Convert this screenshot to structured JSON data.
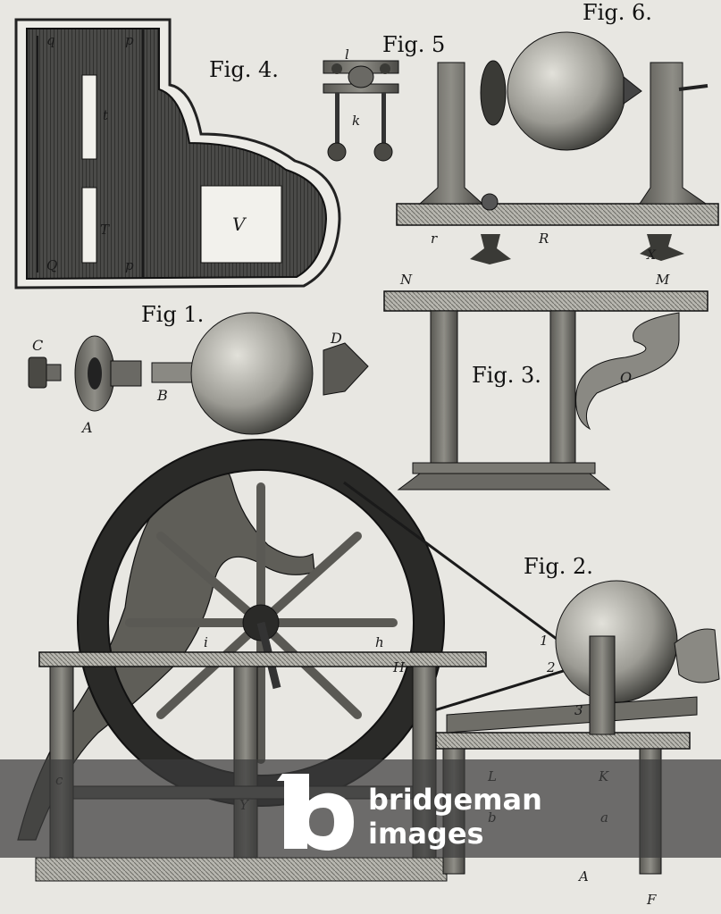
{
  "figure_titles": {
    "fig1": "Fig 1.",
    "fig2": "Fig. 2.",
    "fig3": "Fig. 3.",
    "fig4": "Fig. 4.",
    "fig5": "Fig. 5",
    "fig6": "Fig. 6."
  },
  "labels": {
    "fig4": {
      "q": "q",
      "p_top": "p",
      "t_small": "t",
      "T": "T",
      "Q": "Q",
      "p_bottom": "p",
      "V": "V"
    },
    "fig5": {
      "l": "l",
      "k": "k"
    },
    "fig6": {
      "r": "r",
      "R": "R",
      "X": "X"
    },
    "fig3": {
      "N": "N",
      "M": "M",
      "O": "O"
    },
    "fig1": {
      "C": "C",
      "A": "A",
      "B": "B",
      "D": "D"
    },
    "fig2": {
      "i": "i",
      "h": "h",
      "H": "H",
      "L": "L",
      "K": "K",
      "n1": "1",
      "n2": "2",
      "n3": "3",
      "Y": "Y",
      "b": "b",
      "a": "a",
      "A": "A",
      "F": "F",
      "c": "c"
    }
  },
  "watermark": {
    "line1": "bridgeman",
    "line2": "images"
  },
  "colors": {
    "paper": "#e8e7e2",
    "ink": "#1a1a1a",
    "hatch": "#3a3a3a",
    "watermark_bar": "#3b3b3b"
  }
}
